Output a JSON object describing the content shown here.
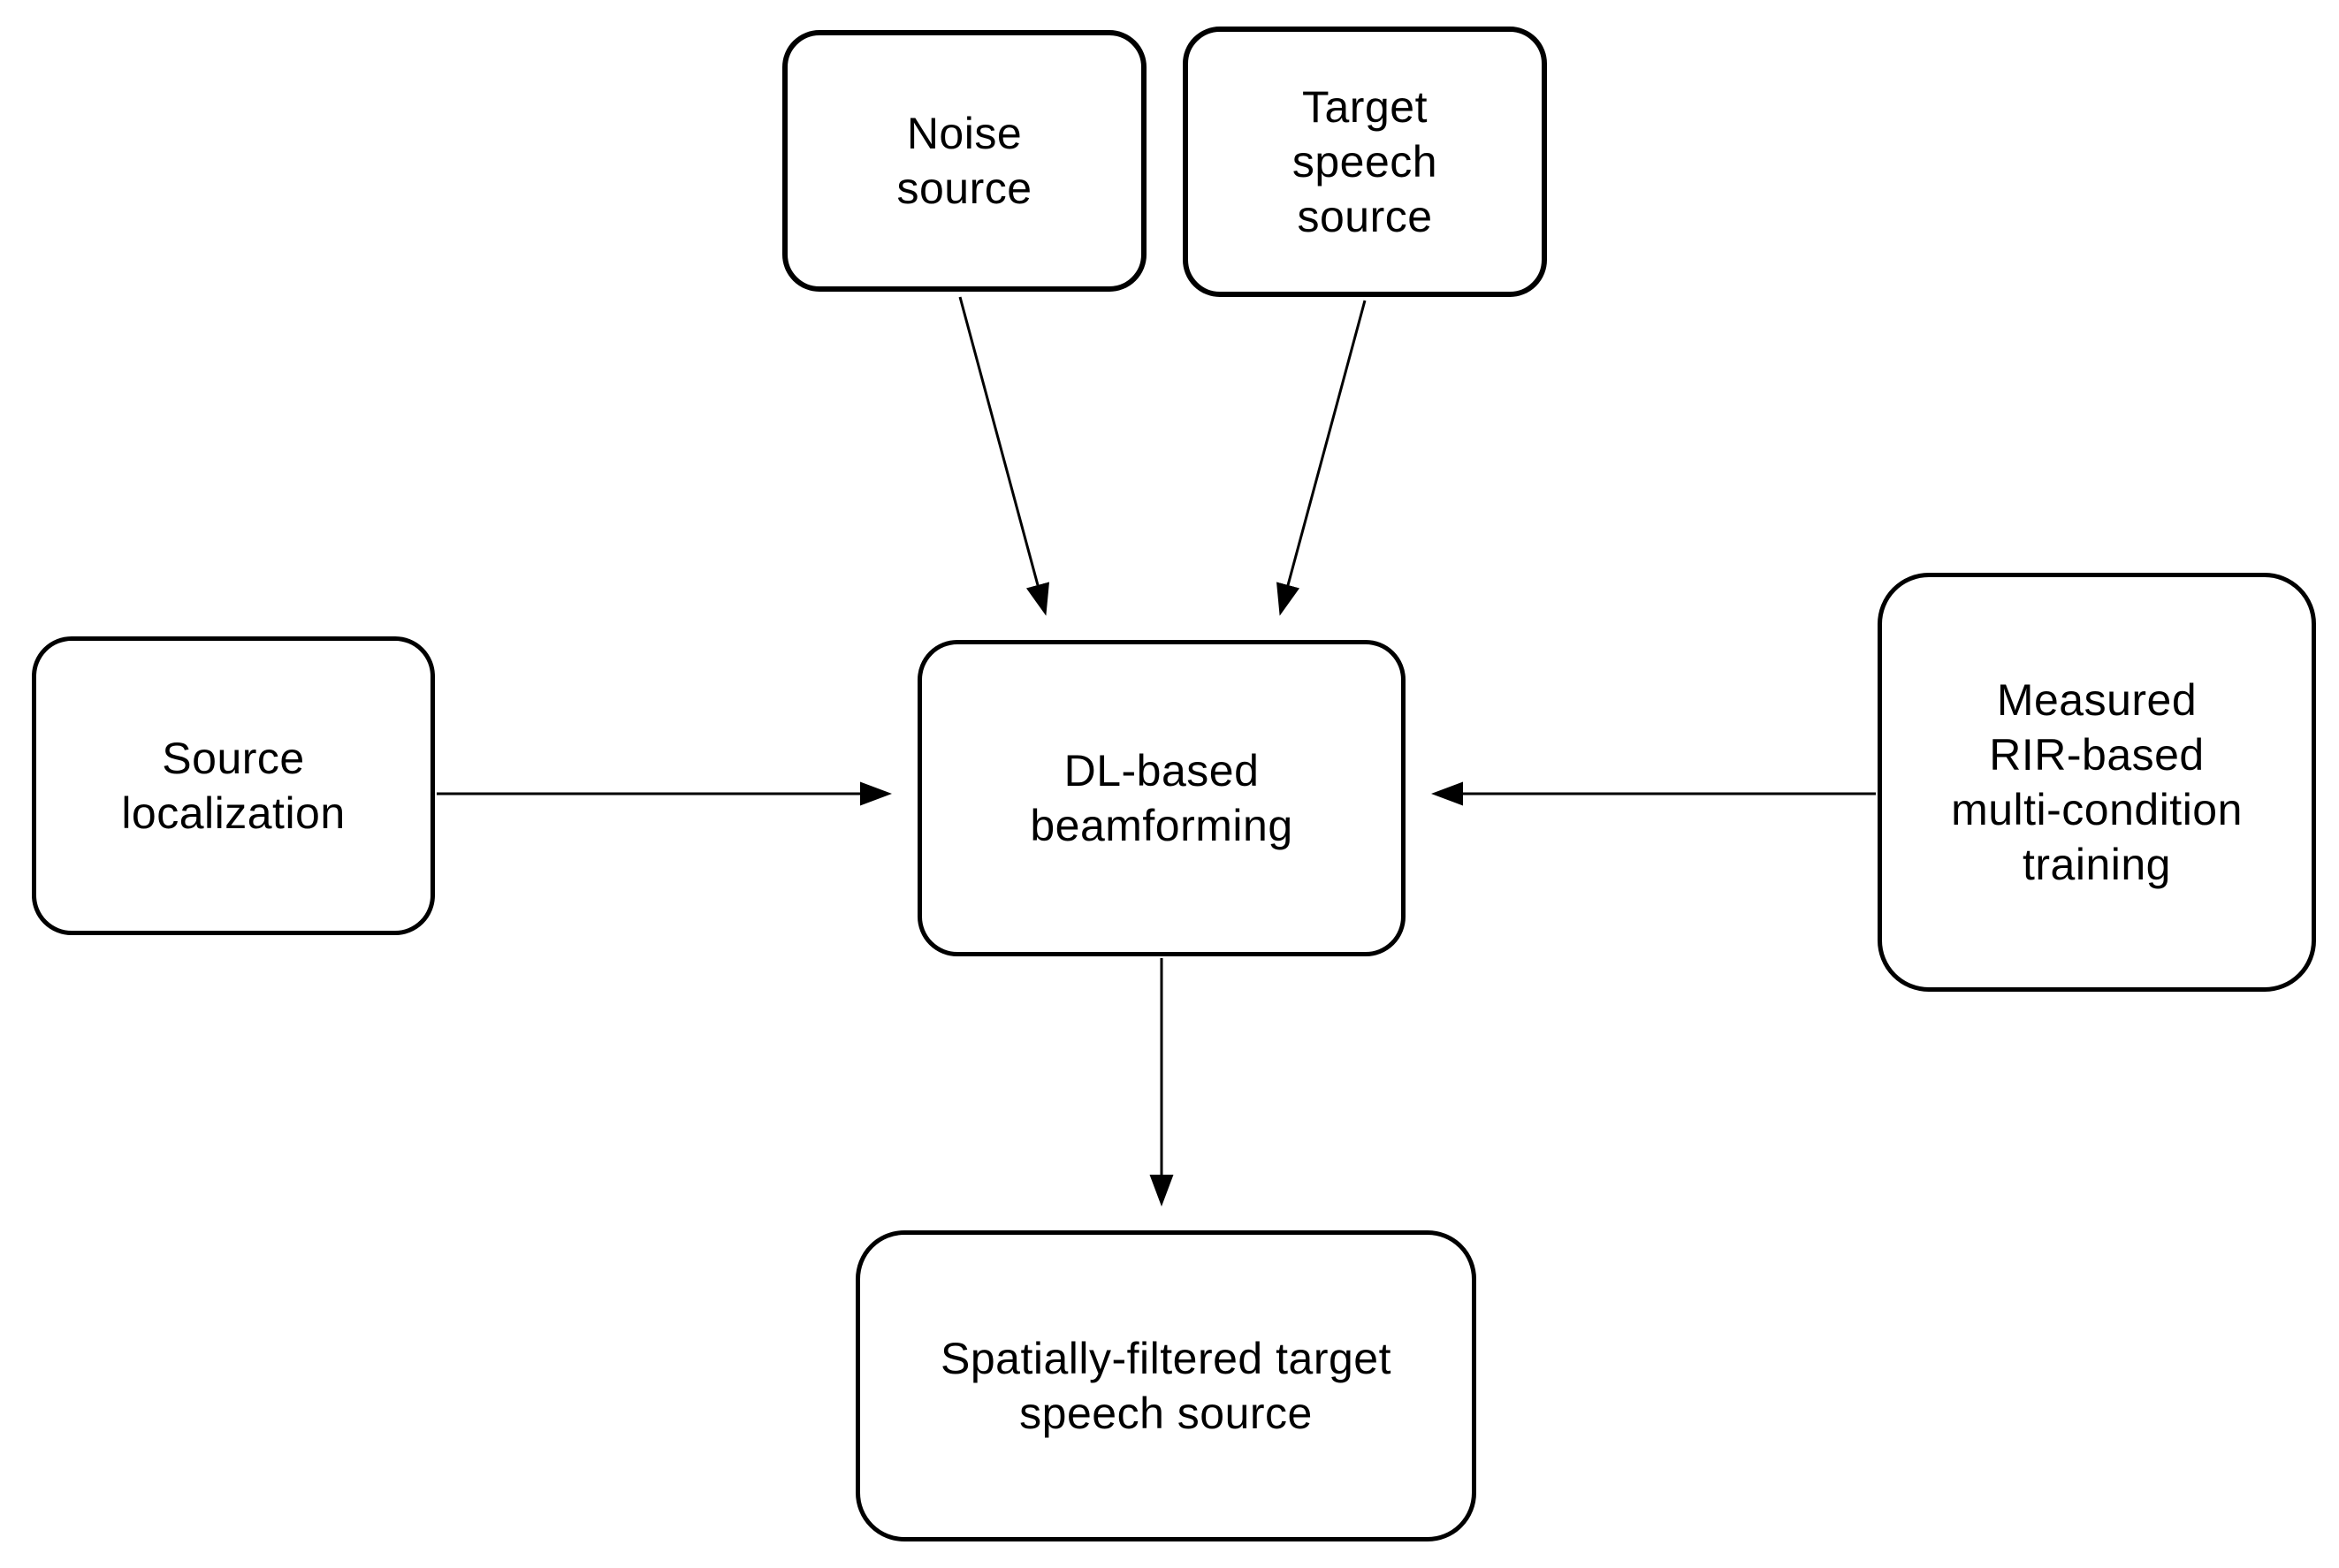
{
  "diagram": {
    "background_color": "#ffffff",
    "line_color": "#000000",
    "text_color": "#000000",
    "nodes": {
      "noise_source": {
        "lines": [
          "Noise",
          "source"
        ]
      },
      "target_speech_source": {
        "lines": [
          "Target",
          "speech",
          "source"
        ]
      },
      "source_localization": {
        "lines": [
          "Source",
          "localization"
        ]
      },
      "dl_beamforming": {
        "lines": [
          "DL-based",
          "beamforming"
        ]
      },
      "rir_training": {
        "lines": [
          "Measured",
          "RIR-based",
          "multi-condition",
          "training"
        ]
      },
      "filtered_output": {
        "lines": [
          "Spatially-filtered target",
          "speech source"
        ]
      }
    },
    "edges": [
      {
        "from": "noise_source",
        "to": "dl_beamforming"
      },
      {
        "from": "target_speech_source",
        "to": "dl_beamforming"
      },
      {
        "from": "source_localization",
        "to": "dl_beamforming"
      },
      {
        "from": "rir_training",
        "to": "dl_beamforming"
      },
      {
        "from": "dl_beamforming",
        "to": "filtered_output"
      }
    ]
  }
}
